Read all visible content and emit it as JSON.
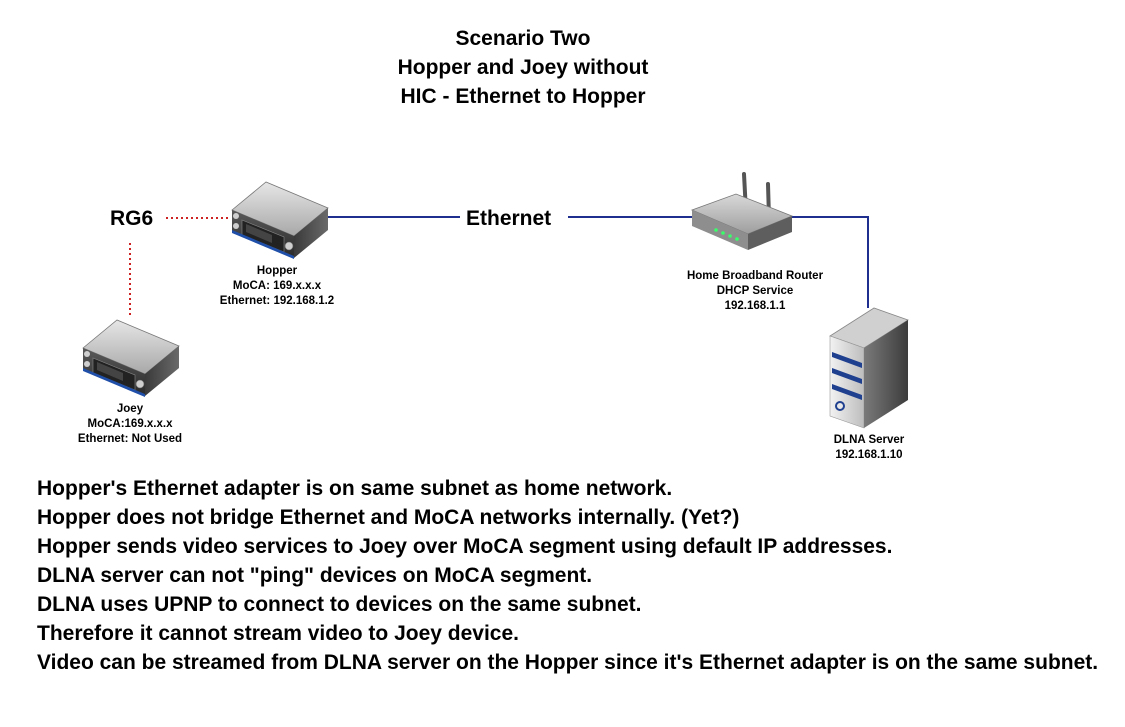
{
  "title": {
    "line1": "Scenario Two",
    "line2": "Hopper and Joey without",
    "line3": "HIC - Ethernet to Hopper"
  },
  "links": {
    "rg6_label": "RG6",
    "ethernet_label": "Ethernet"
  },
  "devices": {
    "hopper": {
      "name": "Hopper",
      "moca": "MoCA: 169.x.x.x",
      "ethernet": "Ethernet: 192.168.1.2"
    },
    "joey": {
      "name": "Joey",
      "moca": "MoCA:169.x.x.x",
      "ethernet": "Ethernet: Not Used"
    },
    "router": {
      "name": "Home Broadband Router",
      "service": "DHCP Service",
      "ip": "192.168.1.1"
    },
    "server": {
      "name": "DLNA Server",
      "ip": "192.168.1.10"
    }
  },
  "notes": [
    "Hopper's Ethernet adapter is on same subnet as home network.",
    "Hopper does not bridge Ethernet and MoCA networks internally. (Yet?)",
    "Hopper sends video services to Joey over MoCA segment using default IP addresses.",
    "DLNA server can not \"ping\" devices on MoCA segment.",
    "DLNA uses UPNP to connect to devices on the same subnet.",
    "Therefore it cannot stream video to Joey device.",
    "Video can be streamed from DLNA server on the Hopper since it's Ethernet adapter is on the same subnet."
  ],
  "colors": {
    "ethernet_line": "#1f2f8f",
    "rg6_line": "#cc2222"
  }
}
